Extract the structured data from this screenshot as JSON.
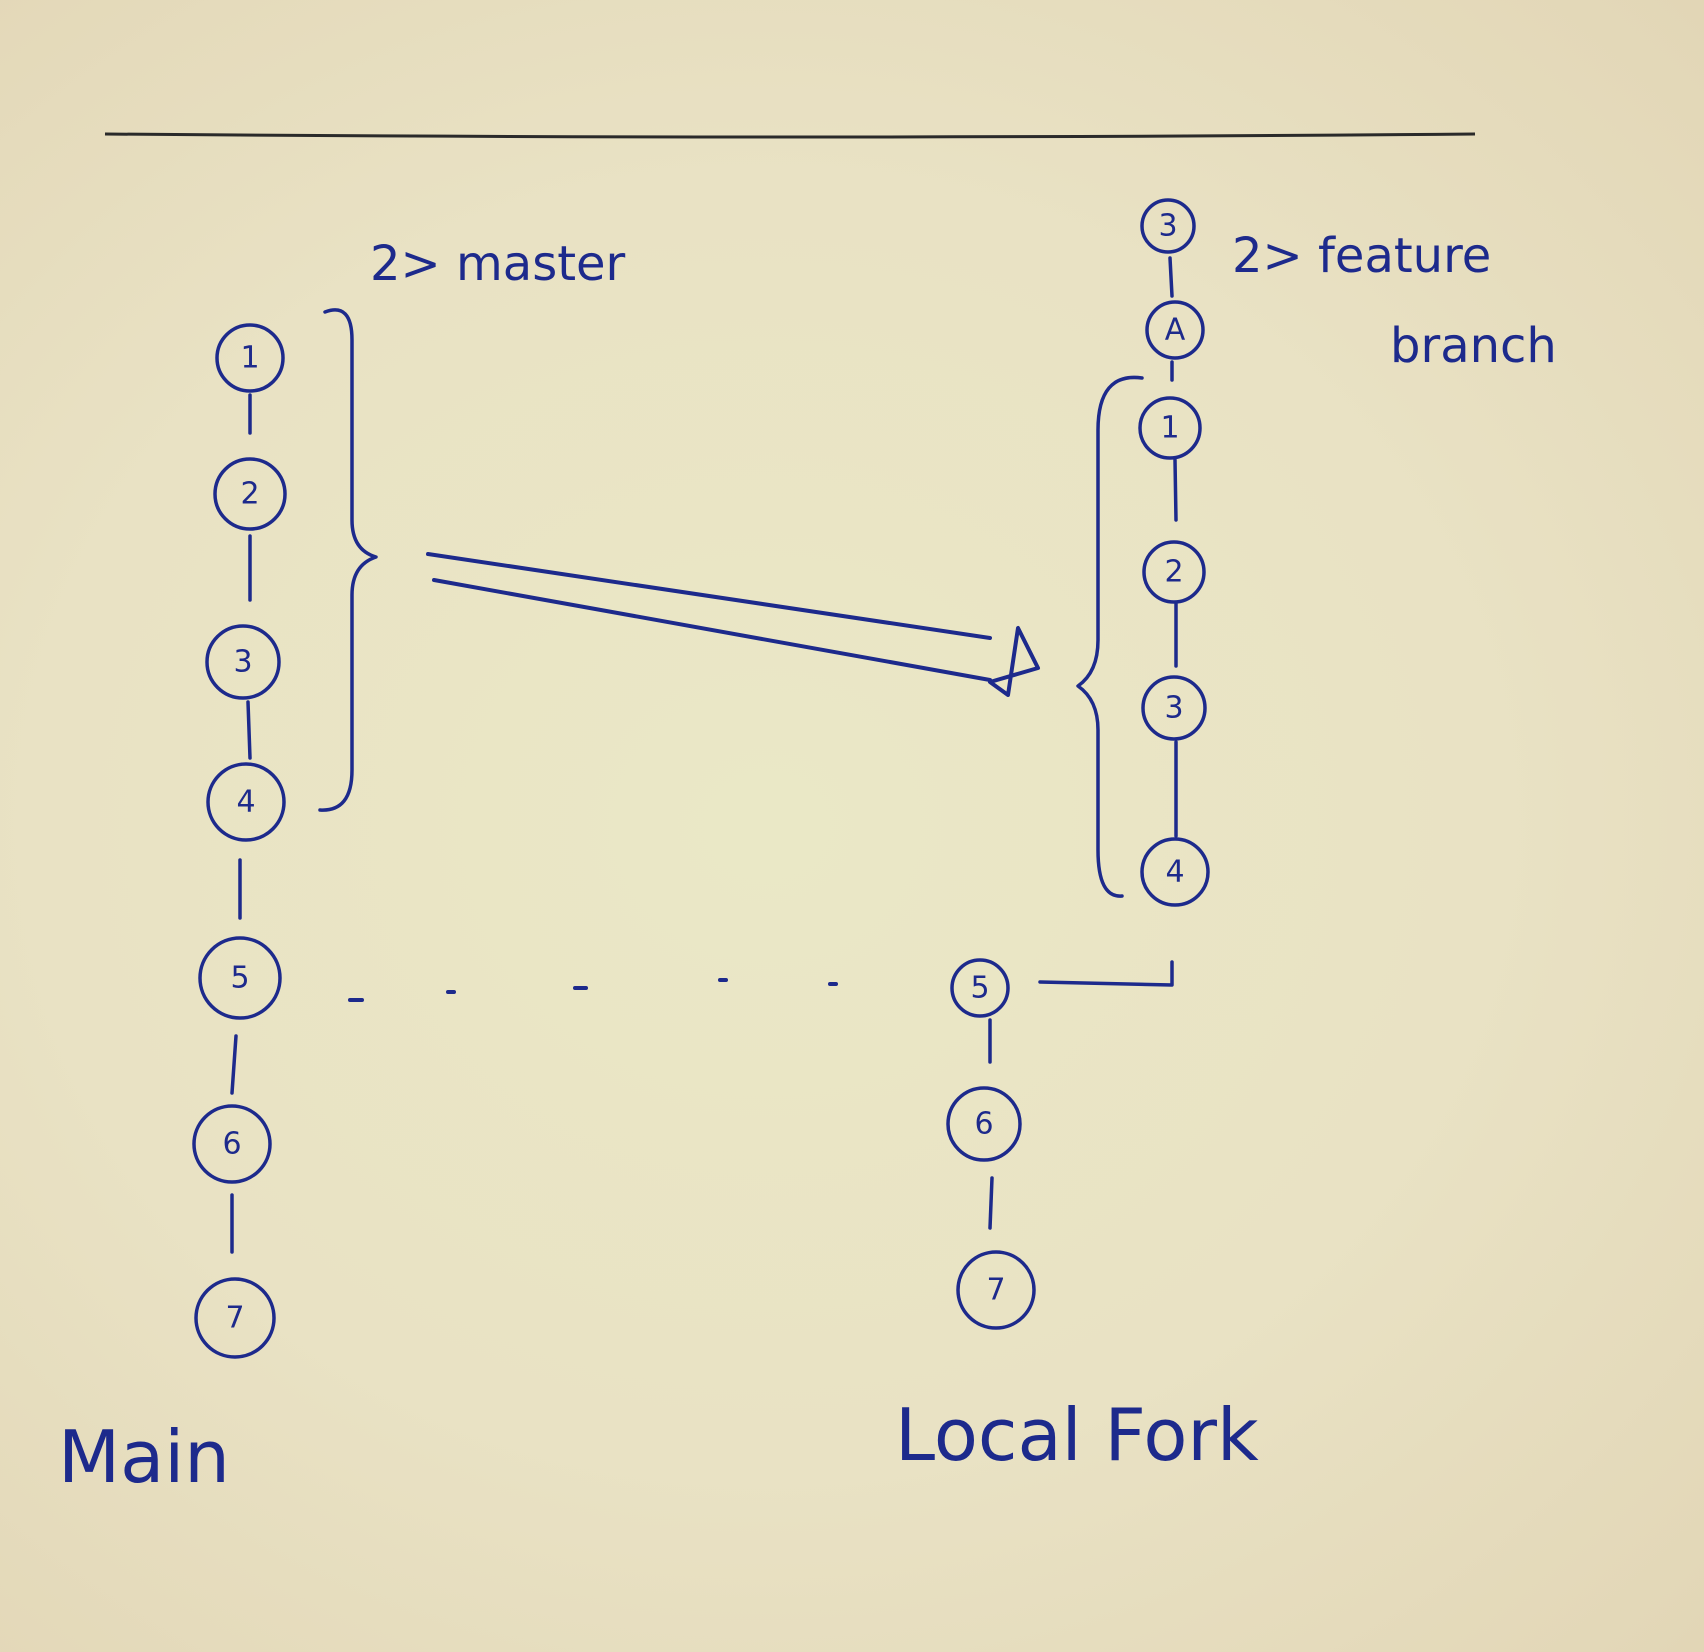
{
  "labels": {
    "main": "Main",
    "local_fork": "Local Fork",
    "master_note": "2> master",
    "feature_note_line1": "2> feature",
    "feature_note_line2": "branch"
  },
  "main_branch": {
    "nodes": [
      "1",
      "2",
      "3",
      "4",
      "5",
      "6",
      "7"
    ]
  },
  "feature_branch": {
    "top_nodes": [
      "3",
      "A"
    ],
    "copied_nodes": [
      "1",
      "2",
      "3",
      "4"
    ]
  },
  "fork_branch": {
    "nodes": [
      "5",
      "6",
      "7"
    ]
  },
  "colors": {
    "ink": "#1d2a8c",
    "paper": "#ebe4c7",
    "rule_line": "#2a2a2a"
  }
}
